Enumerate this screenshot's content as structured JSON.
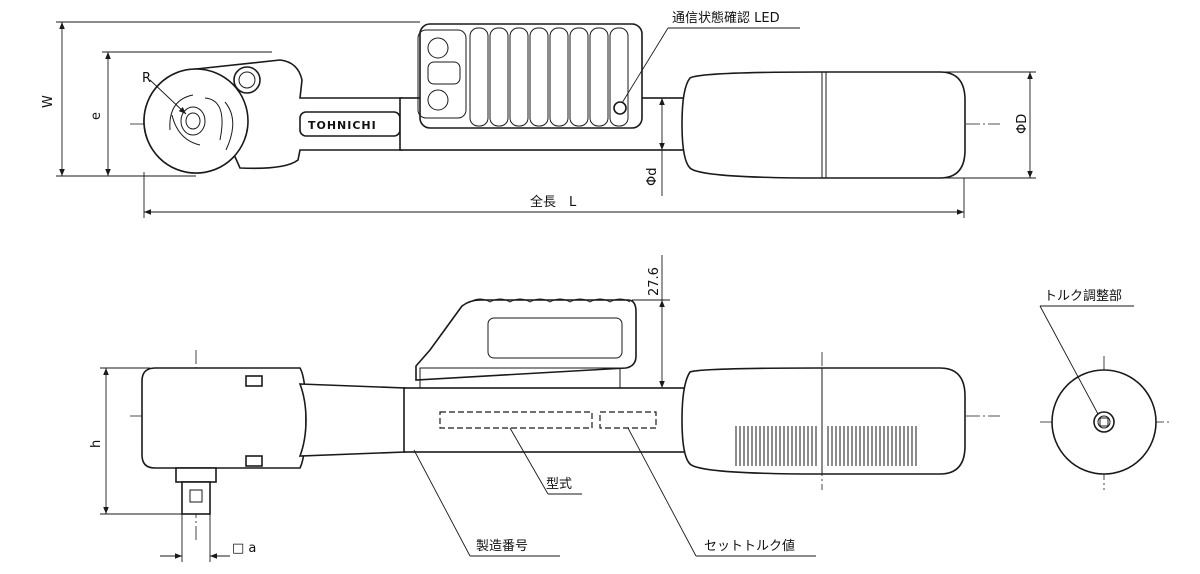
{
  "labels": {
    "led": "通信状態確認 LED",
    "total_length": "全長　L",
    "width": "W",
    "e": "e",
    "phi_D": "ΦD",
    "phi_d": "Φd",
    "radius": "R",
    "height_27_6": "27.6",
    "h": "h",
    "square_a": "□ a",
    "model": "型式",
    "serial_number": "製造番号",
    "set_torque": "セットトルク値",
    "torque_adjust": "トルク調整部"
  },
  "brand": "TOHNICHI"
}
